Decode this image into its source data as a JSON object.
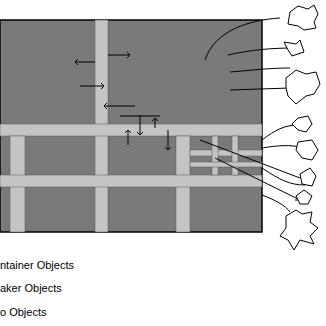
{
  "diagram": {
    "labels": [
      "ntainer Objects",
      "aker Objects",
      "o Objects"
    ]
  }
}
